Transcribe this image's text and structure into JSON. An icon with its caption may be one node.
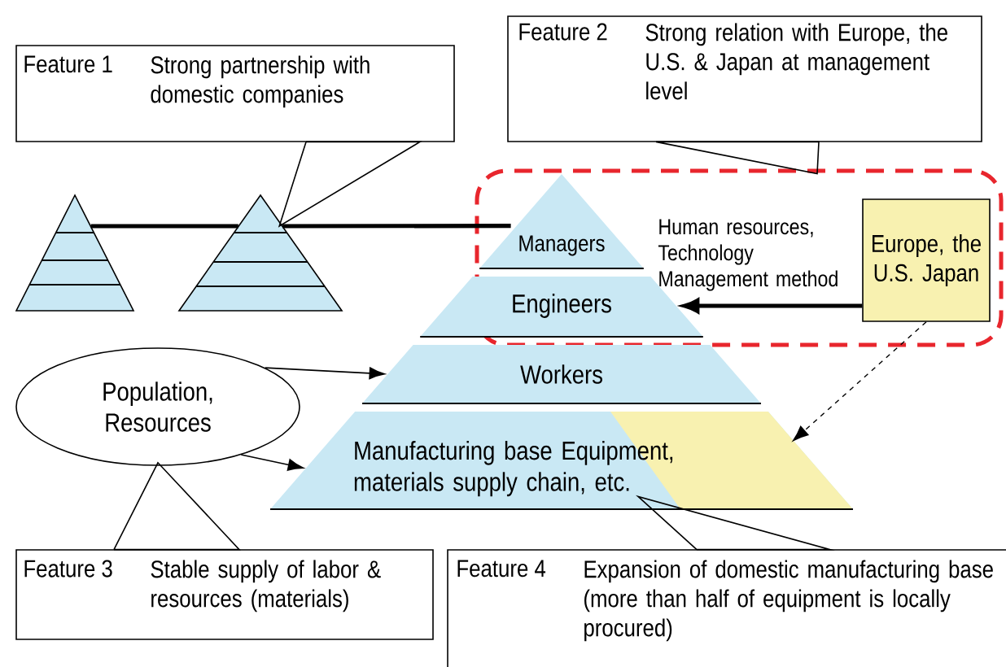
{
  "diagram": {
    "nodes": [
      {
        "text": [
          "Feature 1",
          "Strong partnership with domestic companies"
        ]
      },
      {
        "text": [
          "Feature 2",
          "Strong relation with Europe, the U.S. & Japan at management level"
        ]
      },
      {
        "text": [],
        "shape": "triangle"
      },
      {
        "text": [],
        "shape": "triangle"
      },
      {
        "text": [],
        "shape": "box"
      },
      {
        "text": [
          "Managers"
        ],
        "in": 4
      },
      {
        "text": [
          "Engineers"
        ]
      },
      {
        "text": [
          "Workers"
        ]
      },
      {
        "text": [
          "Manufacturing base Equipment, materials supply chain, etc."
        ]
      },
      {
        "text": [
          "Europe, the U.S. Japan"
        ],
        "in": 4
      },
      {
        "text": [
          "Population, Resources"
        ]
      },
      {
        "text": [
          "Feature 3",
          "Stable supply of labor & resources (materials)"
        ]
      },
      {
        "text": [
          "Feature 4",
          "Expansion of domestic manufacturing base (more than half of equipment is locally procured)"
        ]
      }
    ],
    "edges": [
      {
        "from": 0,
        "to": 3,
        "arrow": "none"
      },
      {
        "from": 2,
        "to": 3,
        "arrow": "none",
        "style": "thick"
      },
      {
        "from": 3,
        "to": 5,
        "arrow": "none",
        "style": "thick"
      },
      {
        "from": 1,
        "to": 4,
        "arrow": "none"
      },
      {
        "from": 9,
        "to": 6,
        "arrow": "to",
        "style": "thick",
        "label": "Human resources, Technology Management method"
      },
      {
        "from": 9,
        "to": 8,
        "arrow": "to",
        "style": "dashed"
      },
      {
        "from": 10,
        "to": 7,
        "arrow": "to"
      },
      {
        "from": 10,
        "to": 8,
        "arrow": "to"
      },
      {
        "from": 11,
        "to": 10,
        "arrow": "none"
      },
      {
        "from": 12,
        "to": 8,
        "arrow": "none"
      }
    ]
  }
}
